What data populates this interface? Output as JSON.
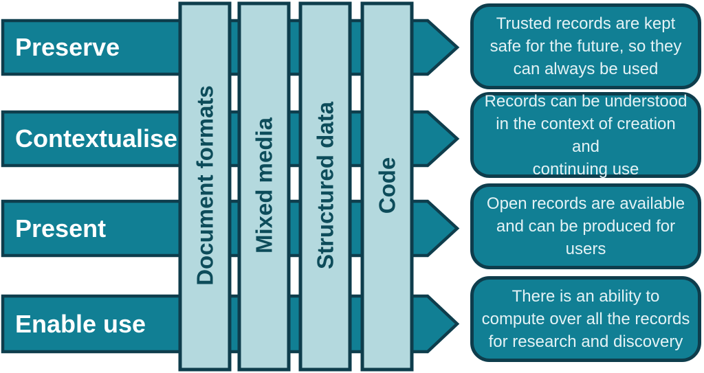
{
  "colors": {
    "arrow_fill": "#117F94",
    "arrow_border": "#0E3D4C",
    "bar_fill": "#B4D9DE",
    "bar_border": "#0E3D4C",
    "bar_text": "#0D4C5A",
    "box_fill": "#117F94",
    "box_border": "#0E3D4C",
    "box_text": "#E4F2F5",
    "row_text": "#FFFFFF",
    "background": "#FFFFFF"
  },
  "rows": [
    {
      "label": "Preserve",
      "outcome": "Trusted records are kept\nsafe for the future, so they\ncan always be used"
    },
    {
      "label": "Contextualise",
      "outcome": "Records can be understood\nin the context of creation and\ncontinuing use"
    },
    {
      "label": "Present",
      "outcome": "Open records are available\nand can be produced for\nusers"
    },
    {
      "label": "Enable use",
      "outcome": "There is an ability to\ncompute over all the records\nfor research and discovery"
    }
  ],
  "bars": [
    {
      "label": "Document formats"
    },
    {
      "label": "Mixed media"
    },
    {
      "label": "Structured data"
    },
    {
      "label": "Code"
    }
  ]
}
